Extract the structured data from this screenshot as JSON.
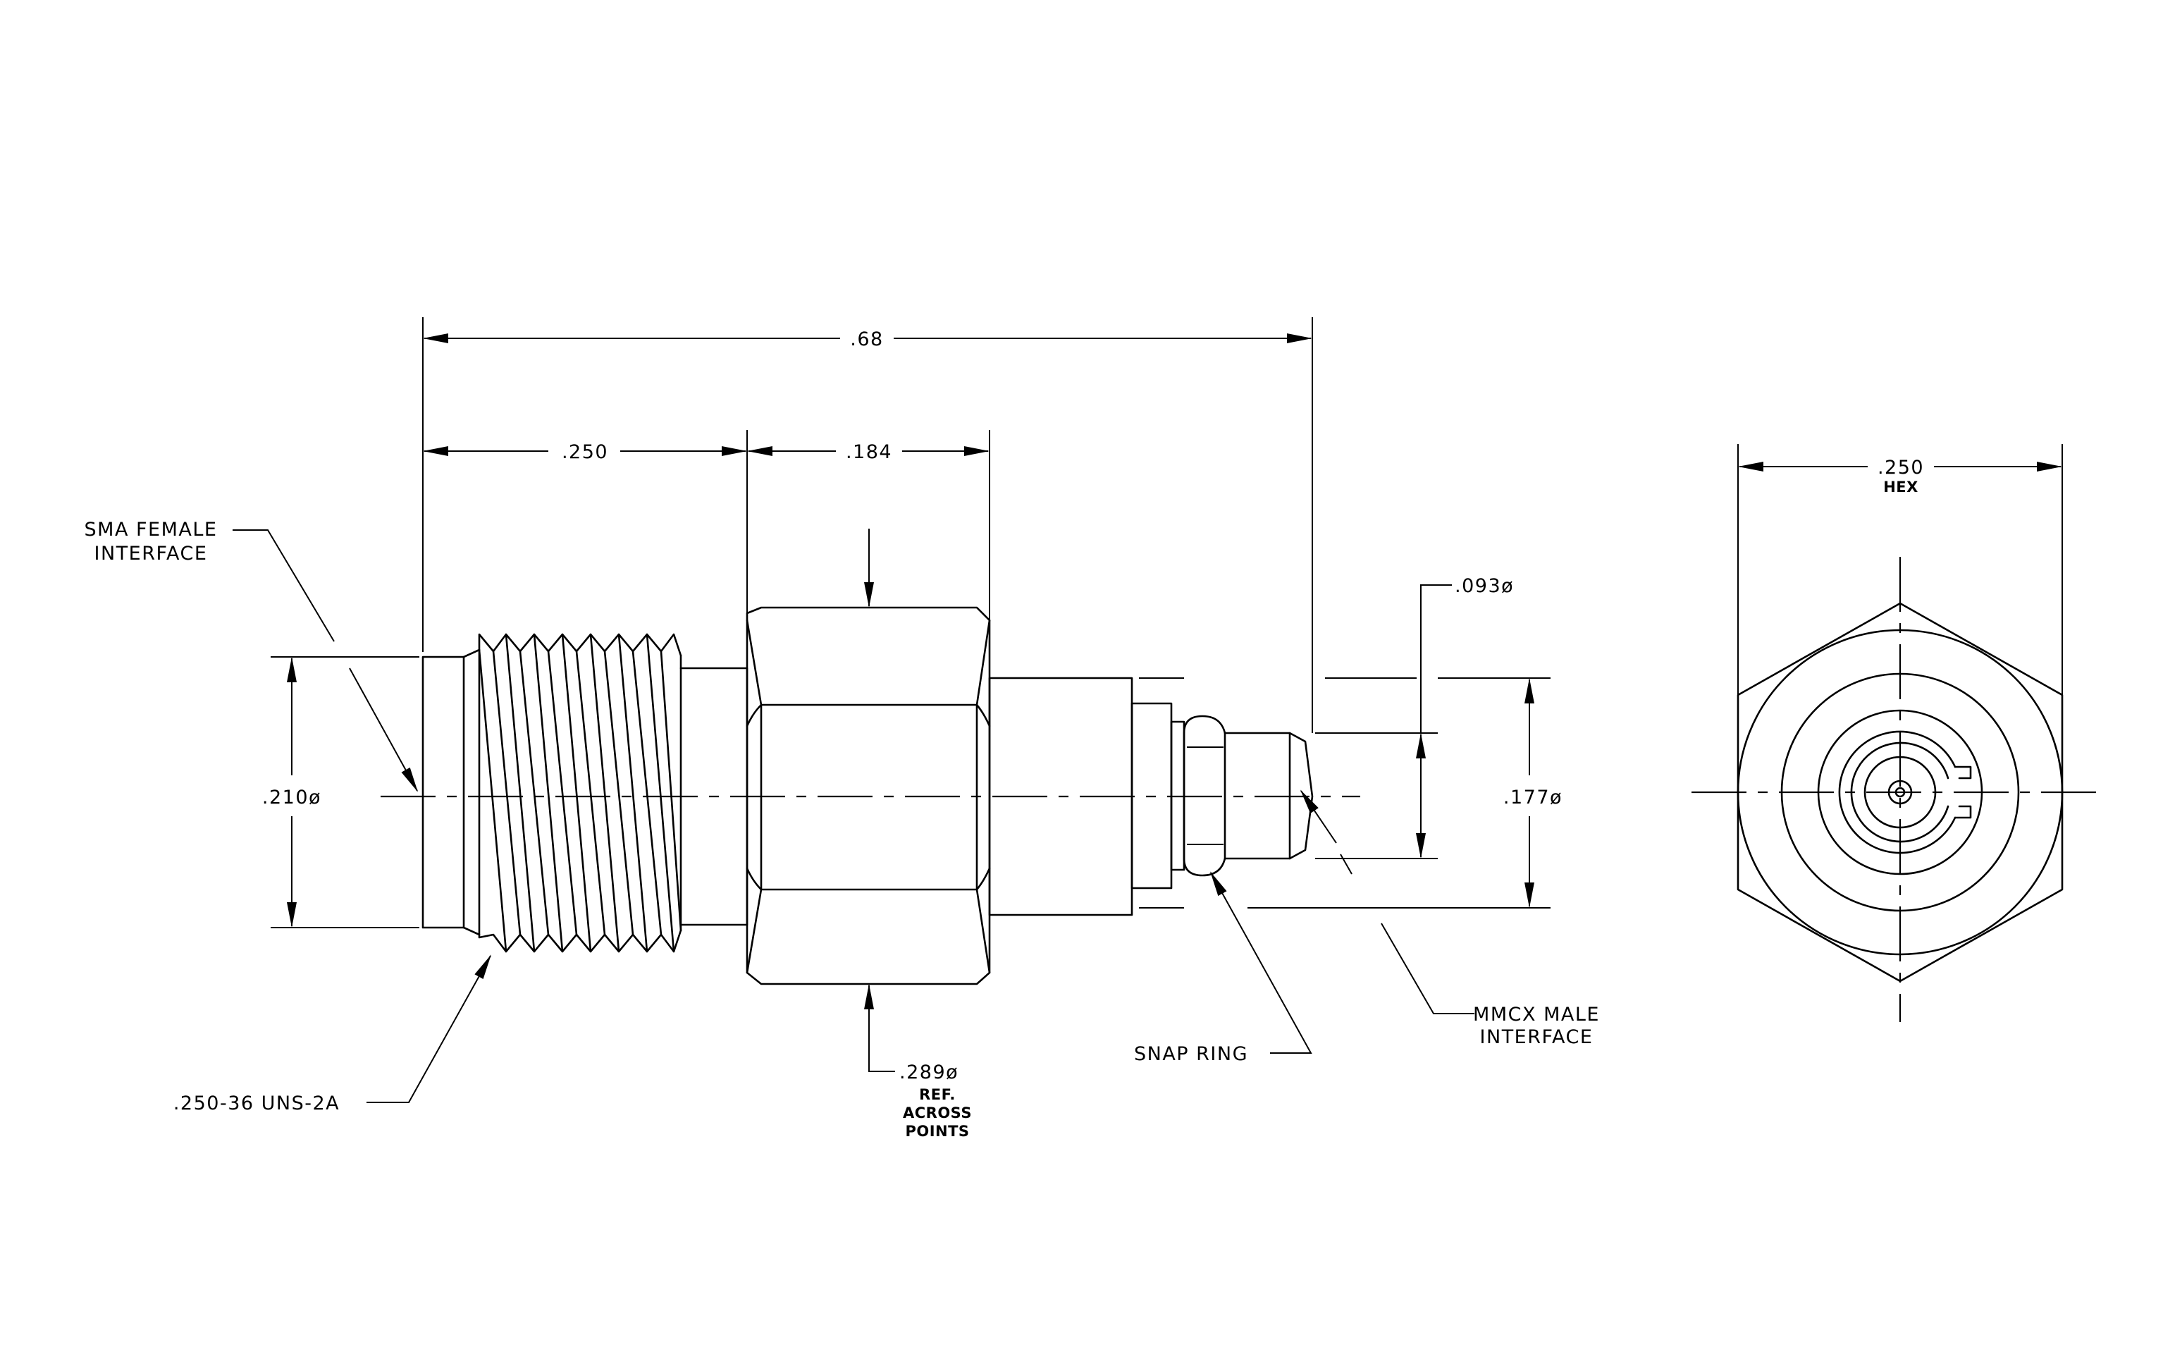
{
  "dimensions": {
    "overall_length": ".68",
    "sma_length": ".250",
    "hex_length": ".184",
    "sma_diameter": ".210ø",
    "pin_diameter": ".093ø",
    "mmcx_diameter": ".177ø",
    "hex_across_points": ".289ø",
    "hex_across_points_note_1": "REF.",
    "hex_across_points_note_2": "ACROSS",
    "hex_across_points_note_3": "POINTS",
    "hex_flats": ".250",
    "hex_flats_note": "HEX"
  },
  "callouts": {
    "sma_interface_line1": "SMA FEMALE",
    "sma_interface_line2": "INTERFACE",
    "thread_spec": ".250-36 UNS-2A",
    "snap_ring": "SNAP RING",
    "mmcx_interface_line1": "MMCX MALE",
    "mmcx_interface_line2": "INTERFACE"
  }
}
